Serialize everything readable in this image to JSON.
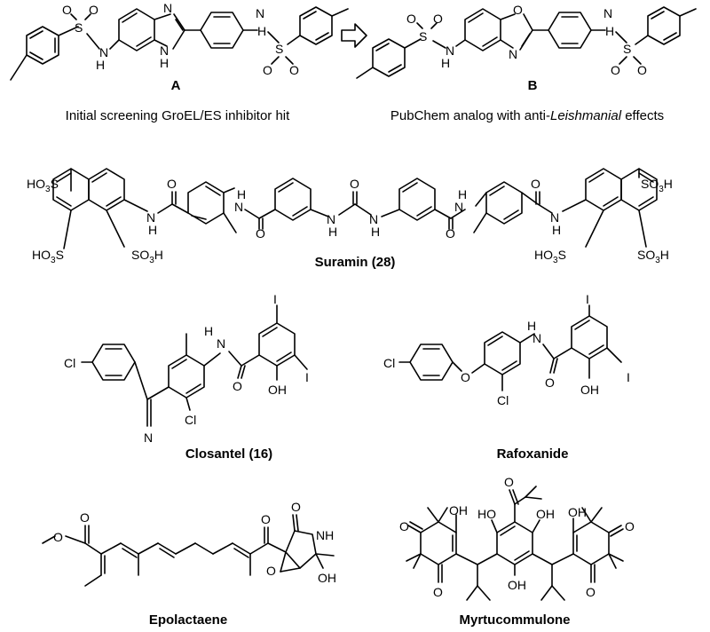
{
  "compounds": {
    "a": {
      "label": "A",
      "caption": "Initial screening GroEL/ES inhibitor hit"
    },
    "b": {
      "label": "B",
      "caption_pre": "PubChem analog with anti-",
      "caption_em": "Leishmanial",
      "caption_post": " effects"
    },
    "suramin": {
      "label": "Suramin (28)"
    },
    "closantel": {
      "label": "Closantel (16)"
    },
    "rafoxanide": {
      "label": "Rafoxanide"
    },
    "epolactaene": {
      "label": "Epolactaene"
    },
    "myrtucommulone": {
      "label": "Myrtucommulone"
    }
  },
  "atoms": {
    "so2": "S",
    "o": "O",
    "n": "N",
    "nh": "NH",
    "h": "H",
    "cl": "Cl",
    "i": "I",
    "oh": "OH",
    "ho": "HO",
    "so3h": "SO3H",
    "ho3s": "HO3S"
  },
  "arrow": {
    "icon": "open-arrow-icon"
  }
}
